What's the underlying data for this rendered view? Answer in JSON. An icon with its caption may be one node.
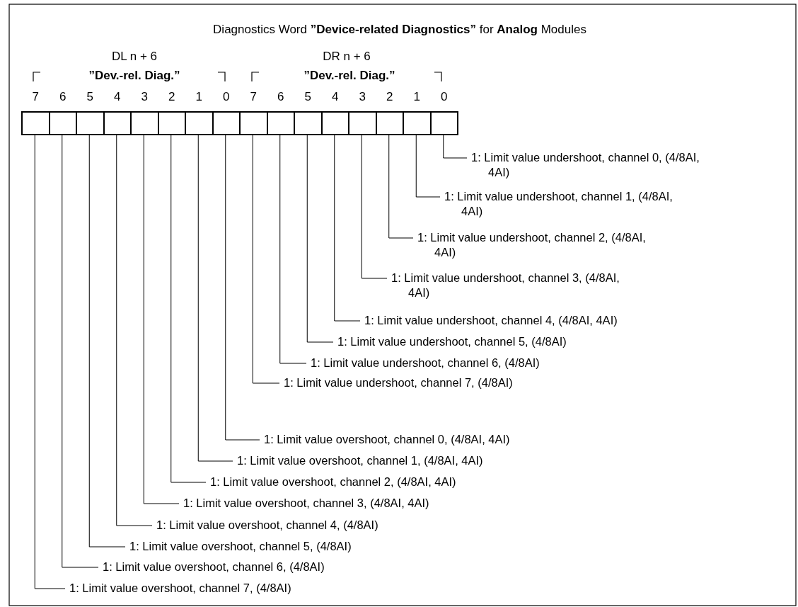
{
  "diagram": {
    "title": "Diagnostics Word **”Device-related Diagnostics”** for **Analog** Modules",
    "nodes": [
      {
        "text": [],
        "shape": "box"
      },
      {
        "text": [],
        "shape": "box"
      },
      {
        "text": [],
        "shape": "box"
      },
      {
        "text": [],
        "shape": "box"
      },
      {
        "text": [],
        "shape": "box"
      },
      {
        "text": [],
        "shape": "box"
      },
      {
        "text": [],
        "shape": "box"
      },
      {
        "text": [],
        "shape": "box"
      },
      {
        "text": [],
        "shape": "box"
      },
      {
        "text": [],
        "shape": "box"
      },
      {
        "text": [],
        "shape": "box"
      },
      {
        "text": [],
        "shape": "box"
      },
      {
        "text": [],
        "shape": "box"
      },
      {
        "text": [],
        "shape": "box"
      },
      {
        "text": [],
        "shape": "box"
      },
      {
        "text": [],
        "shape": "box"
      },
      {
        "text": [
          "1: Limit value undershoot, channel 0, (4/8AI, 4AI)"
        ]
      },
      {
        "text": [
          "1: Limit value undershoot, channel 1, (4/8AI, 4AI)"
        ]
      },
      {
        "text": [
          "1: Limit value undershoot, channel 2, (4/8AI, 4AI)"
        ]
      },
      {
        "text": [
          "1: Limit value undershoot, channel 3, (4/8AI, 4AI)"
        ]
      },
      {
        "text": [
          "1: Limit value undershoot, channel 4, (4/8AI, 4AI)"
        ]
      },
      {
        "text": [
          "1: Limit value undershoot, channel 5, (4/8AI)"
        ]
      },
      {
        "text": [
          "1: Limit value undershoot, channel 6, (4/8AI)"
        ]
      },
      {
        "text": [
          "1: Limit value undershoot, channel 7, (4/8AI)"
        ]
      },
      {
        "text": [
          "1: Limit value overshoot, channel 0, (4/8AI, 4AI)"
        ]
      },
      {
        "text": [
          "1: Limit value overshoot, channel 1, (4/8AI, 4AI)"
        ]
      },
      {
        "text": [
          "1: Limit value overshoot, channel 2, (4/8AI, 4AI)"
        ]
      },
      {
        "text": [
          "1: Limit value overshoot, channel 3, (4/8AI, 4AI)"
        ]
      },
      {
        "text": [
          "1: Limit value overshoot, channel 4, (4/8AI)"
        ]
      },
      {
        "text": [
          "1: Limit value overshoot, channel 5, (4/8AI)"
        ]
      },
      {
        "text": [
          "1: Limit value overshoot, channel 6, (4/8AI)"
        ]
      },
      {
        "text": [
          "1: Limit value overshoot, channel 7, (4/8AI)"
        ]
      }
    ],
    "edges": [
      {
        "from": 16,
        "to": 15,
        "arrow": "none"
      },
      {
        "from": 17,
        "to": 14,
        "arrow": "none"
      },
      {
        "from": 18,
        "to": 13,
        "arrow": "none"
      },
      {
        "from": 19,
        "to": 12,
        "arrow": "none"
      },
      {
        "from": 20,
        "to": 11,
        "arrow": "none"
      },
      {
        "from": 21,
        "to": 10,
        "arrow": "none"
      },
      {
        "from": 22,
        "to": 9,
        "arrow": "none"
      },
      {
        "from": 23,
        "to": 8,
        "arrow": "none"
      },
      {
        "from": 24,
        "to": 7,
        "arrow": "none"
      },
      {
        "from": 25,
        "to": 6,
        "arrow": "none"
      },
      {
        "from": 26,
        "to": 5,
        "arrow": "none"
      },
      {
        "from": 27,
        "to": 4,
        "arrow": "none"
      },
      {
        "from": 28,
        "to": 3,
        "arrow": "none"
      },
      {
        "from": 29,
        "to": 2,
        "arrow": "none"
      },
      {
        "from": 30,
        "to": 1,
        "arrow": "none"
      },
      {
        "from": 31,
        "to": 0,
        "arrow": "none"
      }
    ],
    "labels": [
      "DL n + 6",
      "DR n + 6",
      "”Dev.-rel. Diag.”",
      "”Dev.-rel. Diag.”",
      "7",
      "6",
      "5",
      "4",
      "3",
      "2",
      "1",
      "0",
      "7",
      "6",
      "5",
      "4",
      "3",
      "2",
      "1",
      "0"
    ]
  }
}
